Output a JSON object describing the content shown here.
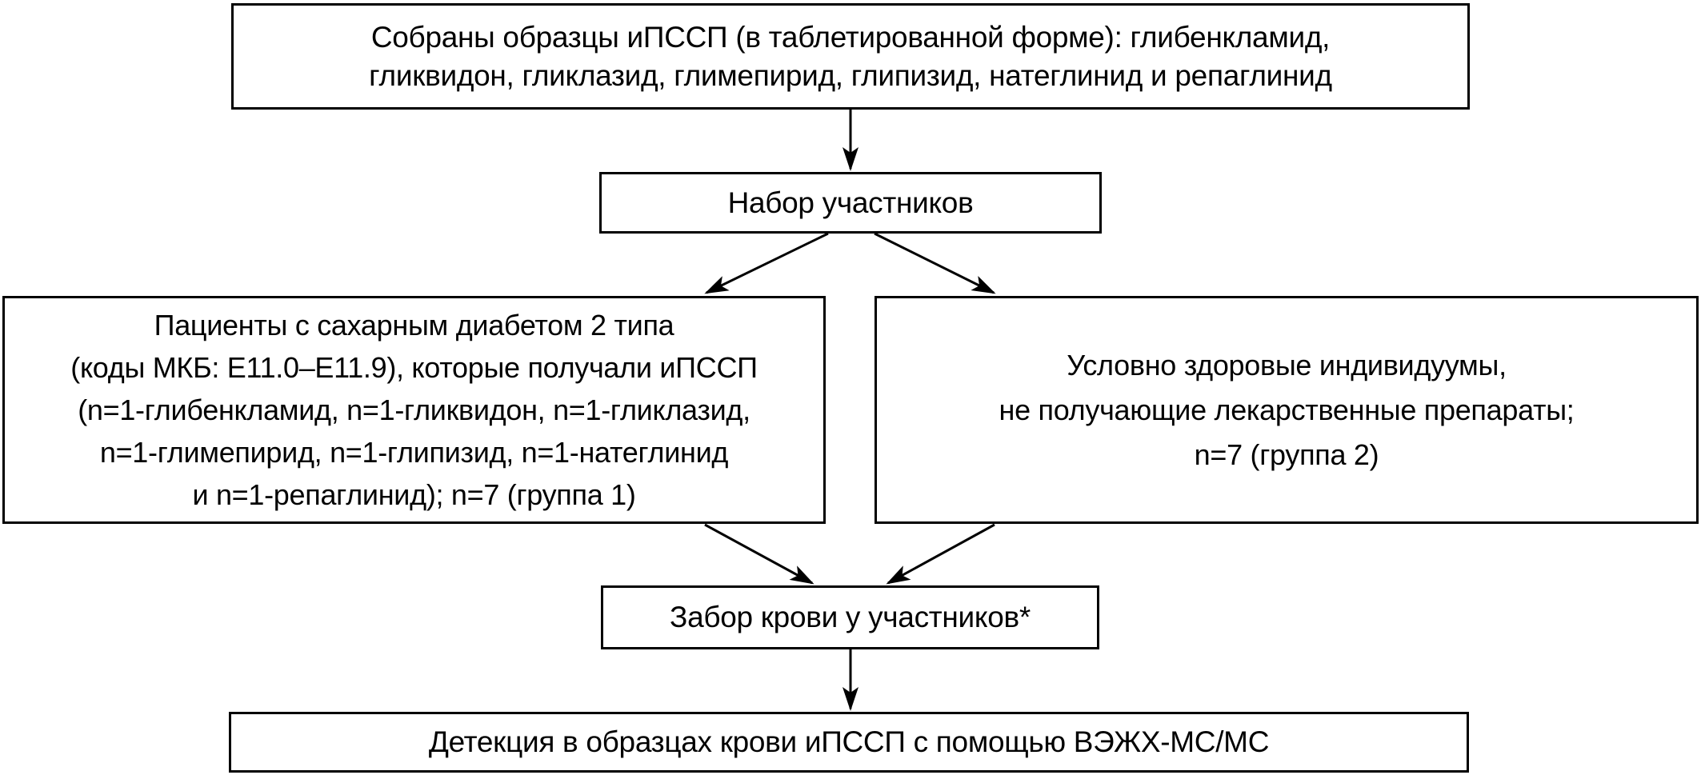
{
  "colors": {
    "background": "#ffffff",
    "box_fill": "#ffffff",
    "box_border": "#000000",
    "text": "#000000",
    "arrow": "#000000"
  },
  "nodes": {
    "samples": {
      "text": "Собраны образцы иПССП (в таблетированной форме): глибенкламид,\nгликвидон, гликлазид, глимепирид, глипизид, натеглинид и репаглинид"
    },
    "recruit": {
      "text": "Набор участников"
    },
    "group1": {
      "text": "Пациенты с сахарным диабетом 2 типа\n(коды МКБ: E11.0–E11.9), которые получали иПССП\n(n=1-глибенкламид, n=1-гликвидон, n=1-гликлазид,\nn=1-глимепирид, n=1-глипизид, n=1-натеглинид\nи n=1-репаглинид); n=7 (группа 1)"
    },
    "group2": {
      "text": "Условно здоровые индивидуумы,\nне получающие лекарственные препараты;\nn=7 (группа 2)"
    },
    "blood": {
      "text": "Забор крови у участников*"
    },
    "detect": {
      "text": "Детекция в образцах крови иПССП с помощью ВЭЖХ-МС/МС"
    }
  },
  "edges": [
    {
      "from": "samples",
      "to": "recruit"
    },
    {
      "from": "recruit",
      "to": "group1"
    },
    {
      "from": "recruit",
      "to": "group2"
    },
    {
      "from": "group1",
      "to": "blood"
    },
    {
      "from": "group2",
      "to": "blood"
    },
    {
      "from": "blood",
      "to": "detect"
    }
  ]
}
